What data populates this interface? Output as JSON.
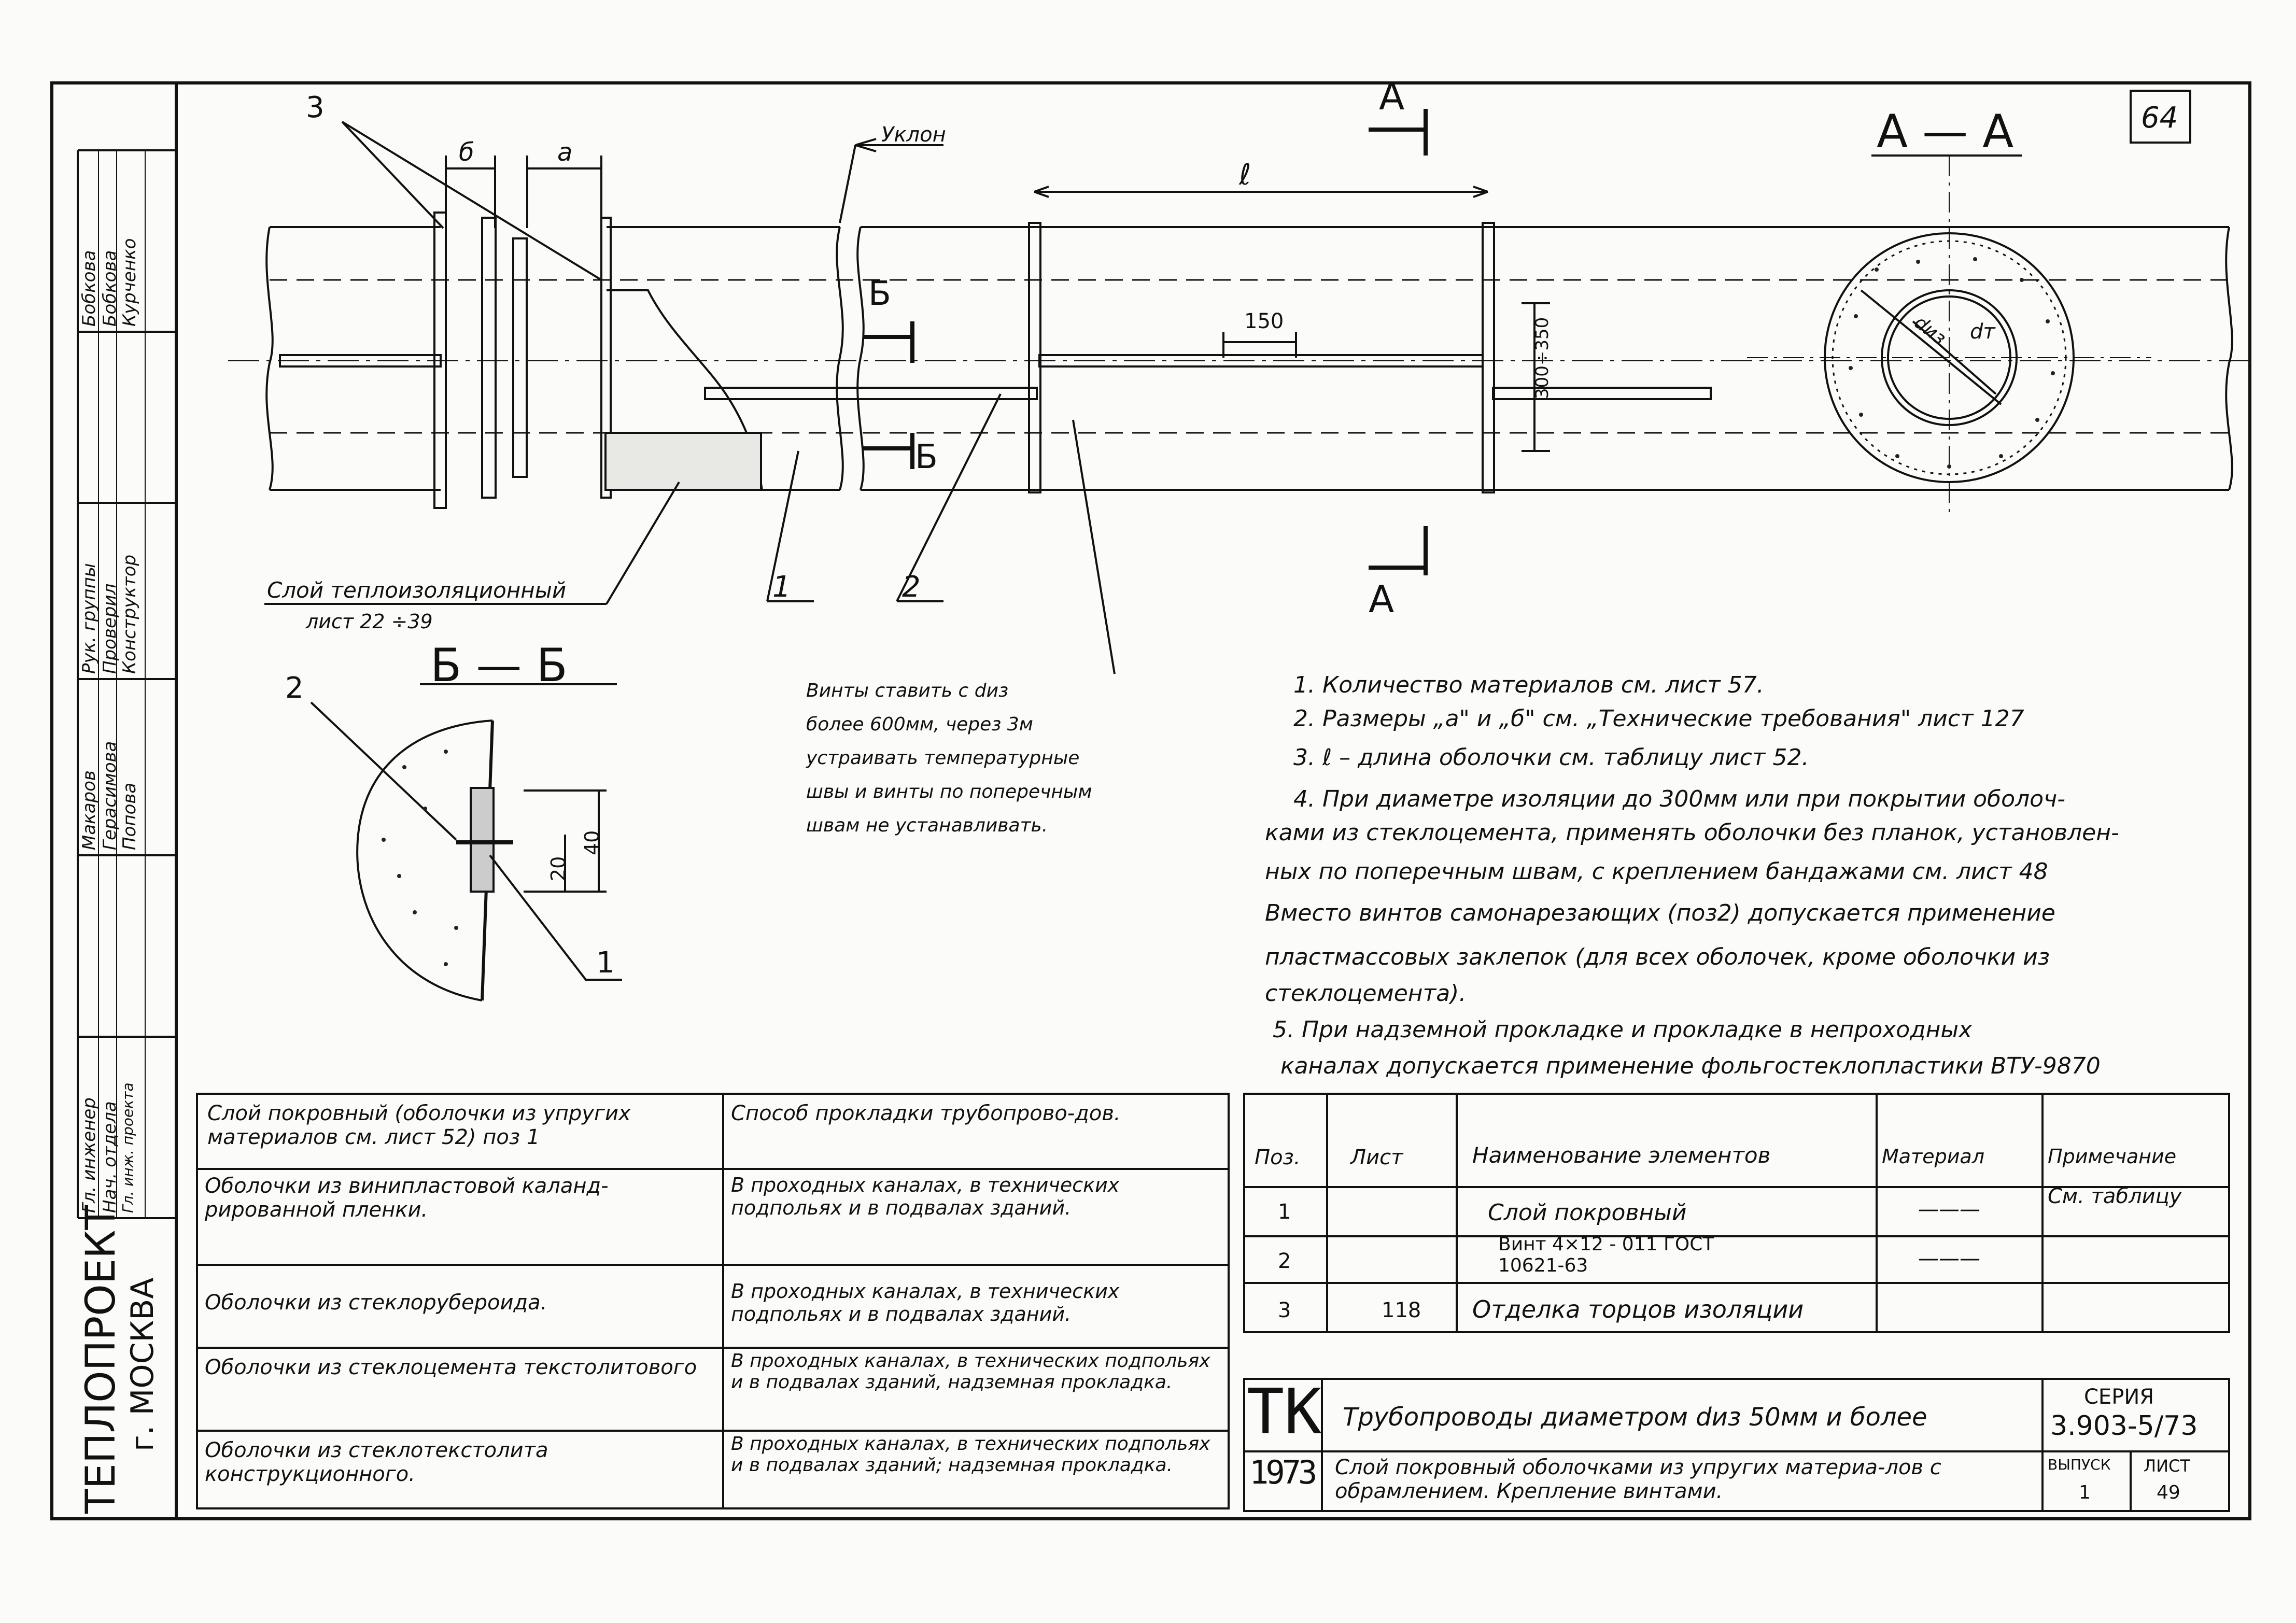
{
  "sheet": {
    "number": "64"
  },
  "callouts": {
    "c3": "3",
    "c1": "1",
    "c2": "2",
    "c_bb2": "2",
    "c_bb1": "1",
    "dim_b": "б",
    "dim_a": "а",
    "dim_l": "ℓ",
    "dim_150": "150",
    "dim_300_350": "300÷350",
    "dim_20": "20",
    "dim_40": "40",
    "slope": "Уклон",
    "section_b": "Б",
    "section_a": "А",
    "d_iz": "dиз",
    "d_t": "dт"
  },
  "section_titles": {
    "aa": "А — А",
    "bb": "Б — Б"
  },
  "insulation_label": {
    "line1": "Слой теплоизоляционный",
    "line2": "лист 22 ÷39"
  },
  "screw_note": [
    "Винты ставить с dиз",
    "более 600мм, через 3м",
    "устраивать температурные",
    "швы и винты по поперечным",
    "швам не устанавливать."
  ],
  "notes": [
    "1. Количество материалов см. лист 57.",
    "2. Размеры „а\" и „б\" см. „Технические требования\" лист 127",
    "3. ℓ – длина оболочки см. таблицу лист 52.",
    "4. При диаметре изоляции до 300мм или при покрытии оболоч-",
    "ками из стеклоцемента, применять оболочки без планок, установлен-",
    "ных по поперечным швам, с креплением бандажами см. лист 48",
    "Вместо винтов самонарезающих (поз2) допускается применение",
    "пластмассовых заклепок (для всех оболочек, кроме оболочки из",
    "стеклоцемента).",
    "5. При надземной прокладке и прокладке в непроходных",
    "каналах допускается применение фольгостеклопластики ВТУ-9870"
  ],
  "coating_table": {
    "header": {
      "col1": "Слой покровный (оболочки из упругих материалов см. лист 52) поз 1",
      "col2": "Способ прокладки трубопрово-дов."
    },
    "rows": [
      {
        "material": "Оболочки из винипластовой каланд-рированной пленки.",
        "method": "В проходных каналах, в технических подпольях и в подвалах зданий."
      },
      {
        "material": "Оболочки из стеклорубероида.",
        "method": "В проходных каналах, в технических подпольях и в подвалах зданий."
      },
      {
        "material": "Оболочки из стеклоцемента текстолитового",
        "method": "В проходных каналах, в технических подпольях и в подвалах зданий, надземная прокладка."
      },
      {
        "material": "Оболочки из стеклотекстолита конструкционного.",
        "method": "В проходных каналах, в технических подпольях и в подвалах зданий; надземная прокладка."
      }
    ]
  },
  "spec_table": {
    "headers": [
      "Поз.",
      "Лист",
      "Наименование элементов",
      "Материал",
      "Примечание"
    ],
    "rows": [
      {
        "pos": "1",
        "sheet": "",
        "name": "Слой покровный",
        "material": "———",
        "note": "См. таблицу"
      },
      {
        "pos": "2",
        "sheet": "",
        "name": "Винт 4×12 - 011 ГОСТ 10621-63",
        "material": "———",
        "note": ""
      },
      {
        "pos": "3",
        "sheet": "118",
        "name": "Отделка торцов изоляции",
        "material": "",
        "note": ""
      }
    ]
  },
  "title_block": {
    "tk": "ТК",
    "year": "1973",
    "title1": "Трубопроводы диаметром dиз 50мм и более",
    "title2": "Слой покровный оболочками из упругих материа-лов с обрамлением. Крепление винтами.",
    "series_label": "СЕРИЯ",
    "series": "3.903-5/73",
    "issue_label": "ВЫПУСК",
    "issue": "1",
    "sheet_label": "ЛИСТ",
    "sheet": "49"
  },
  "org": {
    "name": "ТЕПЛОПРОЕКТ",
    "city": "г. МОСКВА"
  },
  "signatures": [
    {
      "role": "Гл. инженер",
      "name": "Макаров"
    },
    {
      "role": "Нач. отдела",
      "name": "Герасимова"
    },
    {
      "role": "Гл. инж. проекта",
      "name": "Попова"
    },
    {
      "role": "Рук. группы",
      "name": "Бобкова"
    },
    {
      "role": "Проверил",
      "name": "Бобкова"
    },
    {
      "role": "Конструктор",
      "name": "Курченко"
    }
  ]
}
